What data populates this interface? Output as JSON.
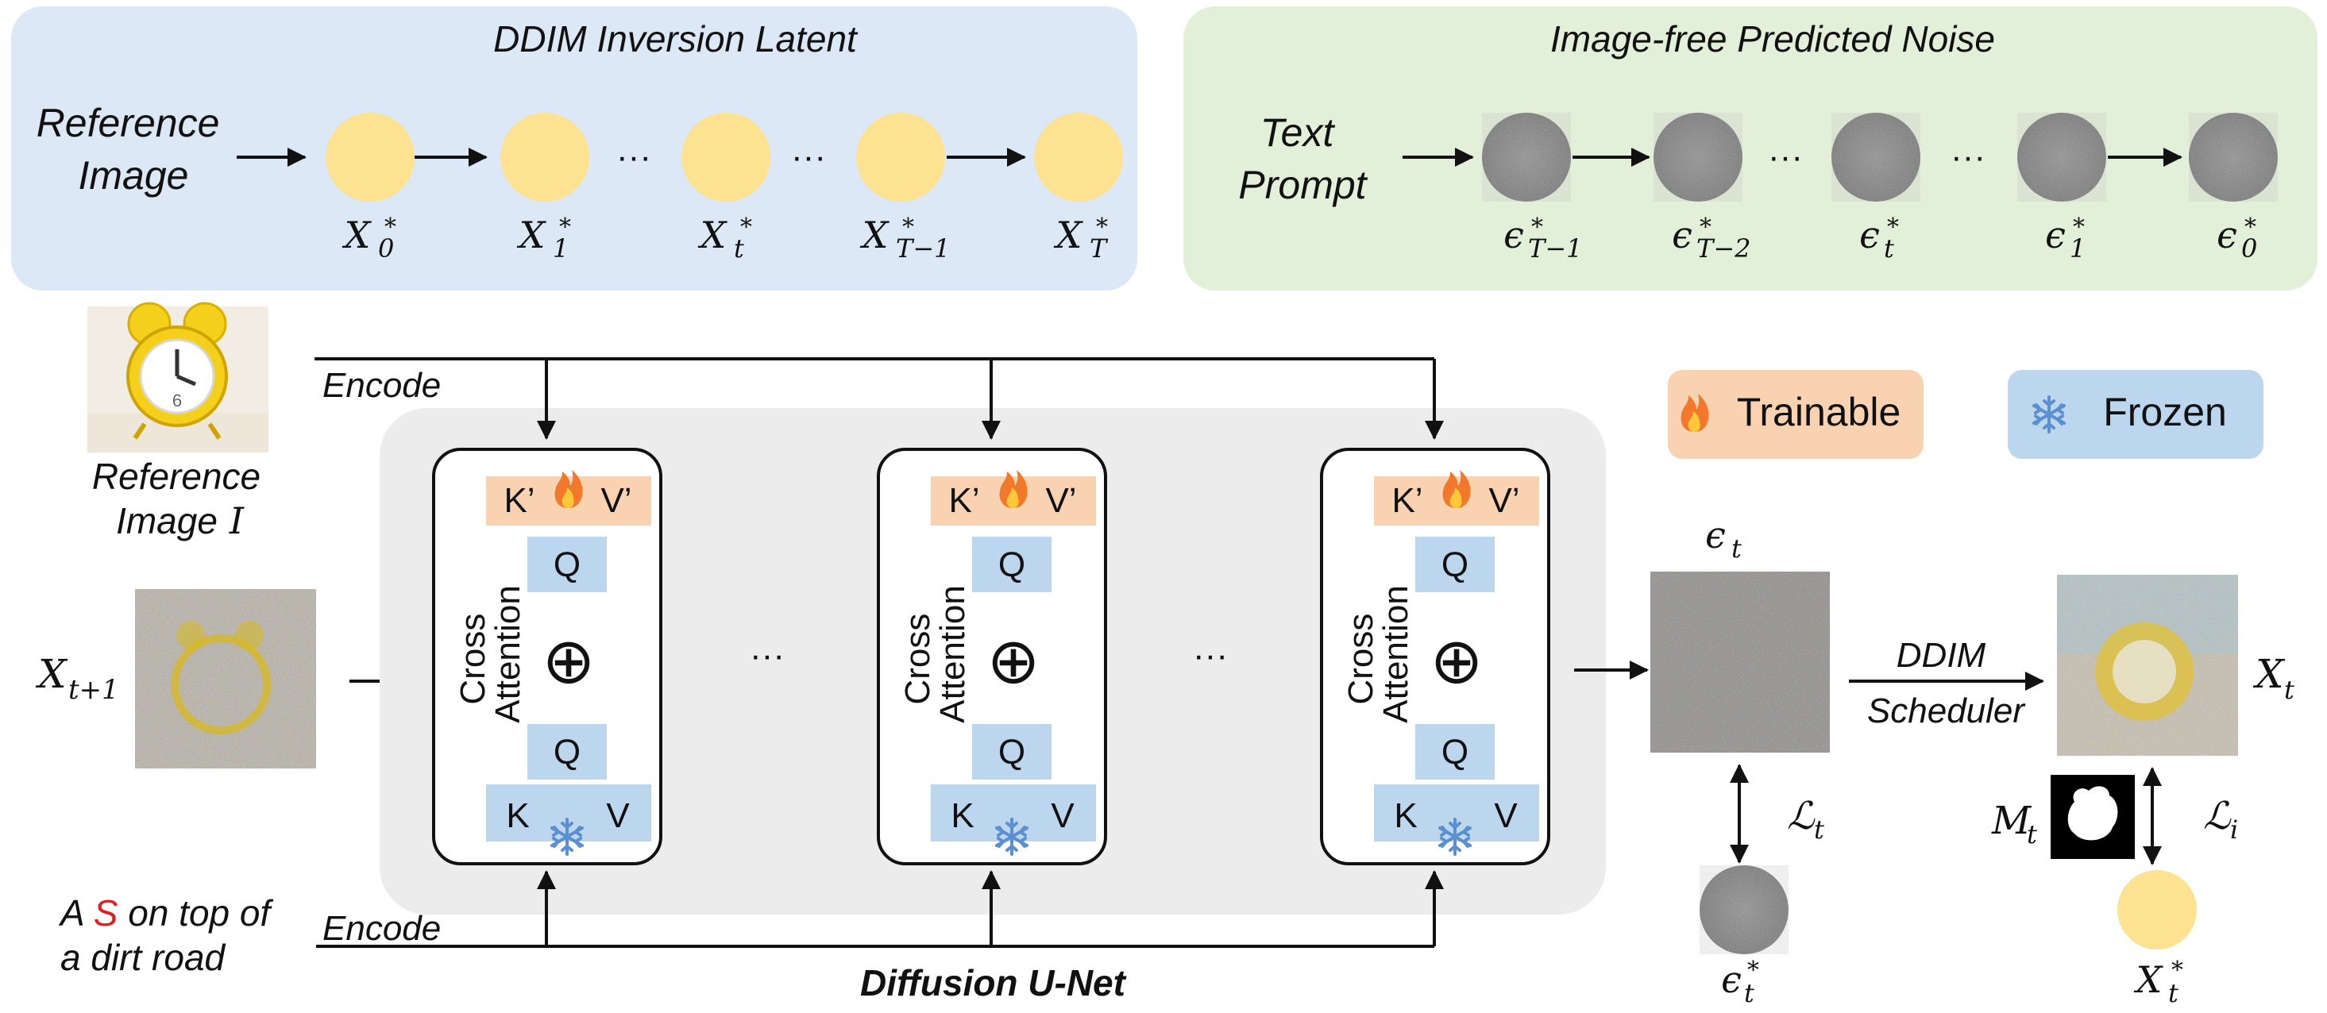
{
  "top_left_panel": {
    "title": "DDIM Inversion Latent",
    "input_label_line1": "Reference",
    "input_label_line2": "Image",
    "nodes": [
      {
        "base": "X",
        "sub": "0",
        "sup": "*"
      },
      {
        "base": "X",
        "sub": "1",
        "sup": "*"
      },
      {
        "base": "X",
        "sub": "t",
        "sup": "*"
      },
      {
        "base": "X",
        "sub": "T−1",
        "sup": "*"
      },
      {
        "base": "X",
        "sub": "T",
        "sup": "*"
      }
    ],
    "ellipsis": "···"
  },
  "top_right_panel": {
    "title": "Image-free Predicted Noise",
    "input_label_line1": "Text",
    "input_label_line2": "Prompt",
    "nodes": [
      {
        "base": "ϵ",
        "sub": "T−1",
        "sup": "*"
      },
      {
        "base": "ϵ",
        "sub": "T−2",
        "sup": "*"
      },
      {
        "base": "ϵ",
        "sub": "t",
        "sup": "*"
      },
      {
        "base": "ϵ",
        "sub": "1",
        "sup": "*"
      },
      {
        "base": "ϵ",
        "sub": "0",
        "sup": "*"
      }
    ],
    "ellipsis": "···"
  },
  "legend": {
    "trainable": "Trainable",
    "frozen": "Frozen",
    "trainable_icon": "fire-icon",
    "frozen_icon": "snowflake-icon"
  },
  "colors": {
    "blue_panel": "#dce8f5",
    "green_panel": "#e3f0d9",
    "trainable": "#f9d2b1",
    "frozen": "#bcd6ee",
    "latent_node": "#fde391",
    "noise_node": "#7a7a7a",
    "unet_bg": "#ececec",
    "token_red": "#e02020"
  },
  "main": {
    "encode_top": "Encode",
    "encode_bottom": "Encode",
    "ref_image_label_line1": "Reference",
    "ref_image_label_line2": "Image",
    "ref_image_symbol": "I",
    "input_base": "X",
    "input_sub": "t+1",
    "prompt_line1_prefix": "A ",
    "prompt_token": "S",
    "prompt_line1_suffix": " on top of",
    "prompt_line2": "a dirt road",
    "unet_label": "Diffusion U-Net",
    "ellipsis": "···",
    "blocks": [
      {
        "kp": "K’",
        "vp": "V’",
        "q_top": "Q",
        "q_bottom": "Q",
        "k": "K",
        "v": "V",
        "attn_line1": "Cross",
        "attn_line2": "Attention",
        "plus": "⊕"
      },
      {
        "kp": "K’",
        "vp": "V’",
        "q_top": "Q",
        "q_bottom": "Q",
        "k": "K",
        "v": "V",
        "attn_line1": "Cross",
        "attn_line2": "Attention",
        "plus": "⊕"
      },
      {
        "kp": "K’",
        "vp": "V’",
        "q_top": "Q",
        "q_bottom": "Q",
        "k": "K",
        "v": "V",
        "attn_line1": "Cross",
        "attn_line2": "Attention",
        "plus": "⊕"
      }
    ],
    "eps_base": "ϵ",
    "eps_sub": "t",
    "loss_t_script": "ℒ",
    "loss_t_sub": "t",
    "eps_star_base": "ϵ",
    "eps_star_sub": "t",
    "eps_star_sup": "*",
    "scheduler_line1": "DDIM",
    "scheduler_line2": "Scheduler",
    "xt_base": "X",
    "xt_sub": "t",
    "mask_base": "M",
    "mask_sub": "t",
    "loss_i_script": "ℒ",
    "loss_i_sub": "i",
    "xt_star_base": "X",
    "xt_star_sub": "t",
    "xt_star_sup": "*"
  }
}
